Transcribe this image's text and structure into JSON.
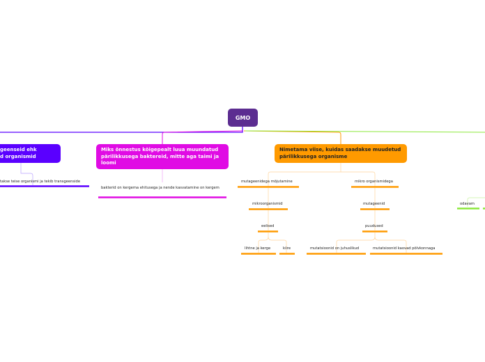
{
  "root": {
    "label": "GMO"
  },
  "branches": {
    "blue": {
      "label_line1": "geenseid ehk",
      "label_line2": "d organismid",
      "child": "takse teise organismi ja tekib transgeenside"
    },
    "magenta": {
      "label": "Miks õnnestus kõigepealt luua muundatud pärilikkusega baktereid, mitte aga taimi ja loomi",
      "child": "bakterid on kergema ehitusega ja nende kasvatamine on kergem"
    },
    "orange": {
      "label": "Nimetama viise, kuidas saadakse muudetud pärilikkusega organisme",
      "left": {
        "label": "mutageenidega mõjutamine",
        "child": "mikroorganismid",
        "grandchild": "eelised",
        "leaves": [
          "lihtne ja kerge",
          "kiire"
        ]
      },
      "right": {
        "label": "mikro organismidega",
        "child": "mutageenid",
        "grandchild": "puudused",
        "leaves": [
          "mutatsioonid on juhuslikud",
          "mutatsioonid kaovad põlvkonnaga"
        ]
      }
    },
    "green": {
      "child": "odavam"
    }
  },
  "colors": {
    "root": "#5c2d91",
    "blue": "#5a00ff",
    "magenta": "#e00be4",
    "orange": "#ff9a00",
    "green": "#8be83a"
  }
}
